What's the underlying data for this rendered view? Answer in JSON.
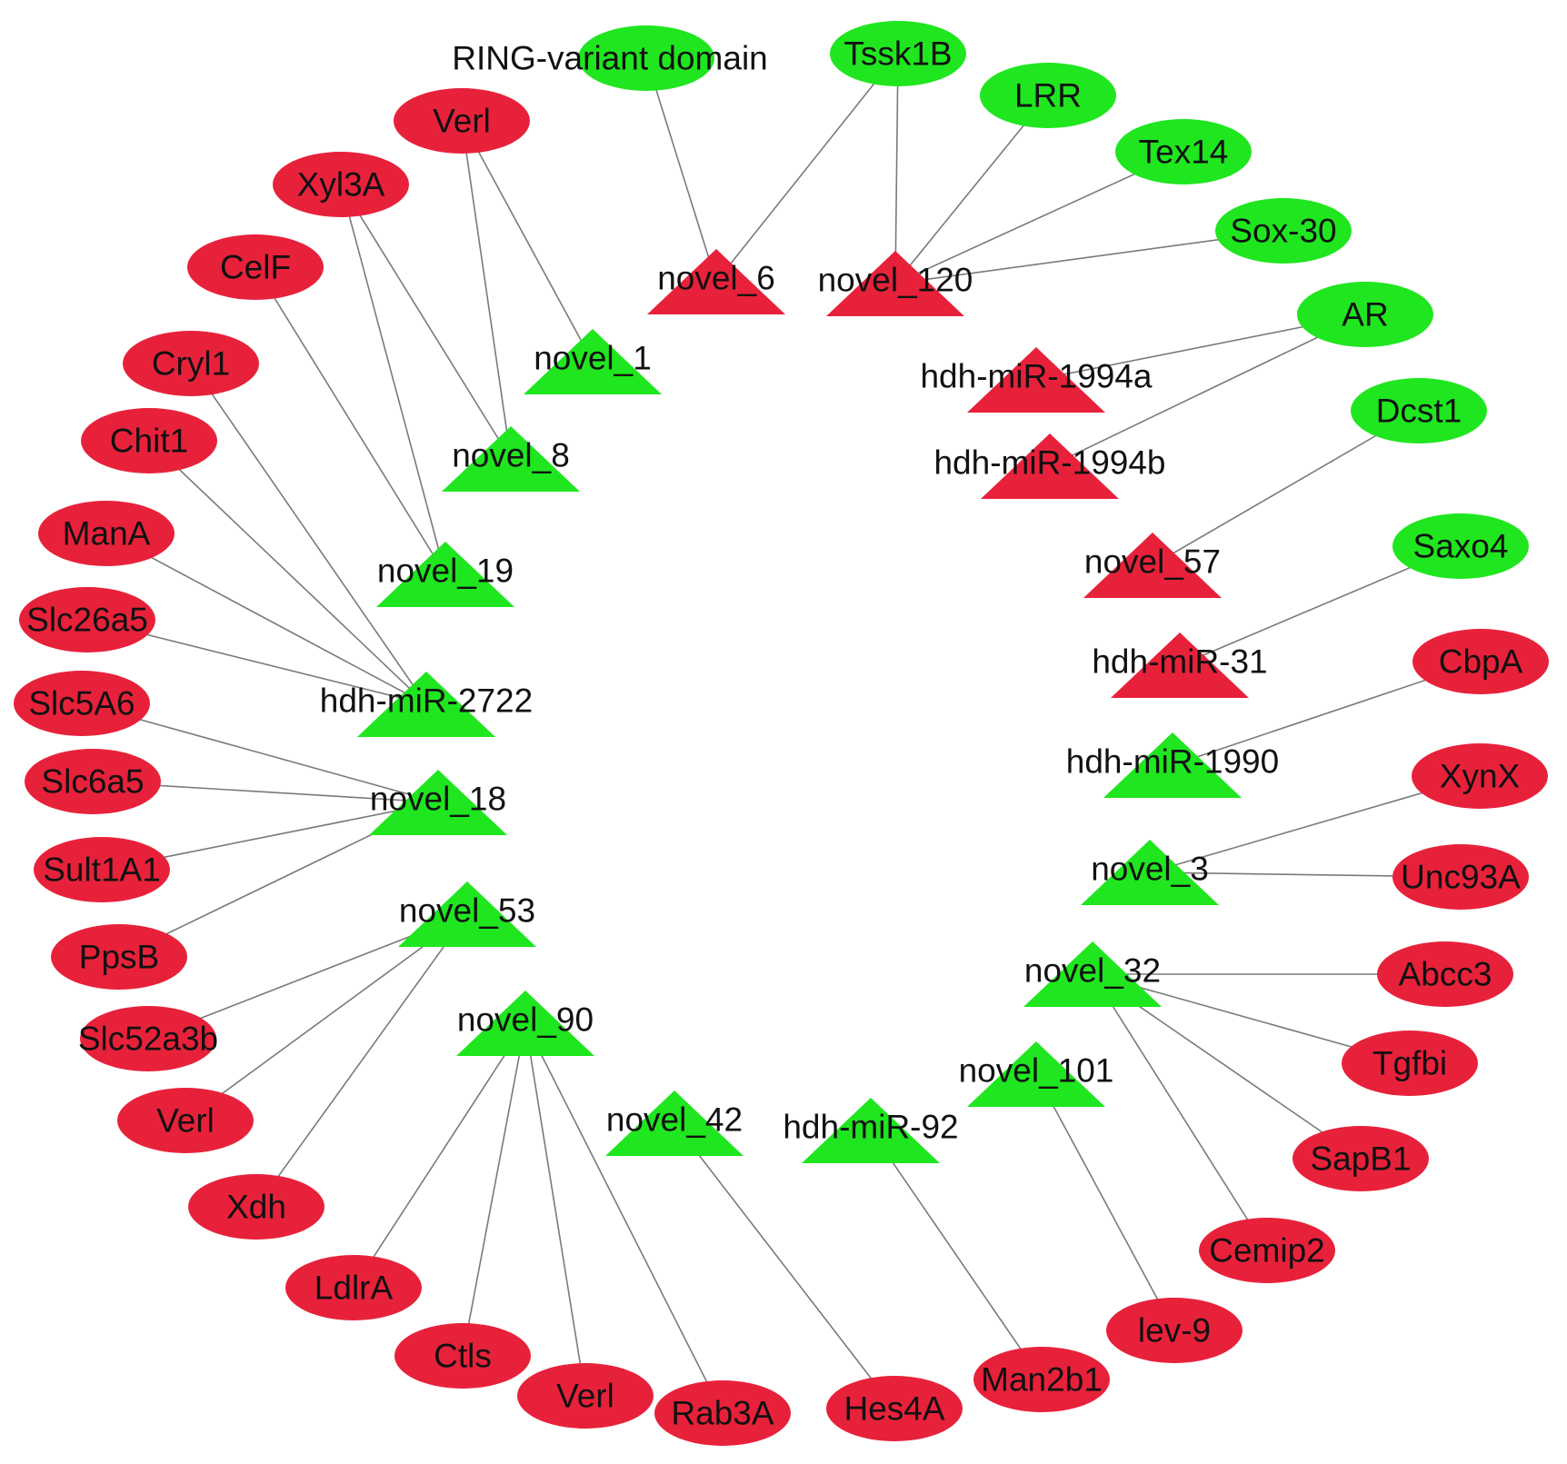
{
  "colors": {
    "up": "#e8213a",
    "down": "#1fe61f",
    "edge": "#7a7a7a",
    "text": "#111111"
  },
  "mirnas": [
    {
      "id": "novel_6",
      "label": "novel_6",
      "regulation": "up"
    },
    {
      "id": "novel_120",
      "label": "novel_120",
      "regulation": "up"
    },
    {
      "id": "novel_1",
      "label": "novel_1",
      "regulation": "down"
    },
    {
      "id": "mir1994a",
      "label": "hdh-miR-1994a",
      "regulation": "up"
    },
    {
      "id": "novel_8",
      "label": "novel_8",
      "regulation": "down"
    },
    {
      "id": "mir1994b",
      "label": "hdh-miR-1994b",
      "regulation": "up"
    },
    {
      "id": "novel_19",
      "label": "novel_19",
      "regulation": "down"
    },
    {
      "id": "novel_57",
      "label": "novel_57",
      "regulation": "up"
    },
    {
      "id": "mir31",
      "label": "hdh-miR-31",
      "regulation": "up"
    },
    {
      "id": "mir2722",
      "label": "hdh-miR-2722",
      "regulation": "down"
    },
    {
      "id": "mir1990",
      "label": "hdh-miR-1990",
      "regulation": "down"
    },
    {
      "id": "novel_18",
      "label": "novel_18",
      "regulation": "down"
    },
    {
      "id": "novel_3",
      "label": "novel_3",
      "regulation": "down"
    },
    {
      "id": "novel_53",
      "label": "novel_53",
      "regulation": "down"
    },
    {
      "id": "novel_32",
      "label": "novel_32",
      "regulation": "down"
    },
    {
      "id": "novel_90",
      "label": "novel_90",
      "regulation": "down"
    },
    {
      "id": "novel_101",
      "label": "novel_101",
      "regulation": "down"
    },
    {
      "id": "novel_42",
      "label": "novel_42",
      "regulation": "down"
    },
    {
      "id": "mir92",
      "label": "hdh-miR-92",
      "regulation": "down"
    }
  ],
  "genes": [
    {
      "id": "ring",
      "label": "RING-variant domain",
      "regulation": "down"
    },
    {
      "id": "tssk1b",
      "label": "Tssk1B",
      "regulation": "down"
    },
    {
      "id": "lrr",
      "label": "LRR",
      "regulation": "down"
    },
    {
      "id": "tex14",
      "label": "Tex14",
      "regulation": "down"
    },
    {
      "id": "sox30",
      "label": "Sox-30",
      "regulation": "down"
    },
    {
      "id": "ar",
      "label": "AR",
      "regulation": "down"
    },
    {
      "id": "dcst1",
      "label": "Dcst1",
      "regulation": "down"
    },
    {
      "id": "saxo4",
      "label": "Saxo4",
      "regulation": "down"
    },
    {
      "id": "cbpa",
      "label": "CbpA",
      "regulation": "up"
    },
    {
      "id": "xynx",
      "label": "XynX",
      "regulation": "up"
    },
    {
      "id": "unc93a",
      "label": "Unc93A",
      "regulation": "up"
    },
    {
      "id": "abcc3",
      "label": "Abcc3",
      "regulation": "up"
    },
    {
      "id": "tgfbi",
      "label": "Tgfbi",
      "regulation": "up"
    },
    {
      "id": "sapb1",
      "label": "SapB1",
      "regulation": "up"
    },
    {
      "id": "cemip2",
      "label": "Cemip2",
      "regulation": "up"
    },
    {
      "id": "lev9",
      "label": "lev-9",
      "regulation": "up"
    },
    {
      "id": "man2b1",
      "label": "Man2b1",
      "regulation": "up"
    },
    {
      "id": "hes4a",
      "label": "Hes4A",
      "regulation": "up"
    },
    {
      "id": "rab3a",
      "label": "Rab3A",
      "regulation": "up"
    },
    {
      "id": "verl_b1",
      "label": "Verl",
      "regulation": "up"
    },
    {
      "id": "ctls",
      "label": "Ctls",
      "regulation": "up"
    },
    {
      "id": "ldlra",
      "label": "LdlrA",
      "regulation": "up"
    },
    {
      "id": "xdh",
      "label": "Xdh",
      "regulation": "up"
    },
    {
      "id": "verl_b2",
      "label": "Verl",
      "regulation": "up"
    },
    {
      "id": "slc52a3b",
      "label": "Slc52a3b",
      "regulation": "up"
    },
    {
      "id": "ppsb",
      "label": "PpsB",
      "regulation": "up"
    },
    {
      "id": "sult1a1",
      "label": "Sult1A1",
      "regulation": "up"
    },
    {
      "id": "slc6a5",
      "label": "Slc6a5",
      "regulation": "up"
    },
    {
      "id": "slc5a6",
      "label": "Slc5A6",
      "regulation": "up"
    },
    {
      "id": "slc26a5",
      "label": "Slc26a5",
      "regulation": "up"
    },
    {
      "id": "mana",
      "label": "ManA",
      "regulation": "up"
    },
    {
      "id": "chit1",
      "label": "Chit1",
      "regulation": "up"
    },
    {
      "id": "cryl1",
      "label": "Cryl1",
      "regulation": "up"
    },
    {
      "id": "celf",
      "label": "CelF",
      "regulation": "up"
    },
    {
      "id": "xyl3a",
      "label": "Xyl3A",
      "regulation": "up"
    },
    {
      "id": "verl_top",
      "label": "Verl",
      "regulation": "up"
    }
  ],
  "edges": [
    [
      "novel_6",
      "ring"
    ],
    [
      "novel_6",
      "tssk1b"
    ],
    [
      "novel_120",
      "tssk1b"
    ],
    [
      "novel_120",
      "lrr"
    ],
    [
      "novel_120",
      "tex14"
    ],
    [
      "novel_120",
      "sox30"
    ],
    [
      "mir1994a",
      "ar"
    ],
    [
      "mir1994b",
      "ar"
    ],
    [
      "novel_57",
      "dcst1"
    ],
    [
      "mir31",
      "saxo4"
    ],
    [
      "mir1990",
      "cbpa"
    ],
    [
      "novel_3",
      "xynx"
    ],
    [
      "novel_3",
      "unc93a"
    ],
    [
      "novel_32",
      "abcc3"
    ],
    [
      "novel_32",
      "tgfbi"
    ],
    [
      "novel_32",
      "sapb1"
    ],
    [
      "novel_32",
      "cemip2"
    ],
    [
      "novel_101",
      "lev9"
    ],
    [
      "mir92",
      "man2b1"
    ],
    [
      "novel_42",
      "hes4a"
    ],
    [
      "novel_90",
      "rab3a"
    ],
    [
      "novel_90",
      "verl_b1"
    ],
    [
      "novel_90",
      "ctls"
    ],
    [
      "novel_90",
      "ldlra"
    ],
    [
      "novel_53",
      "xdh"
    ],
    [
      "novel_53",
      "verl_b2"
    ],
    [
      "novel_53",
      "slc52a3b"
    ],
    [
      "novel_18",
      "ppsb"
    ],
    [
      "novel_18",
      "sult1a1"
    ],
    [
      "novel_18",
      "slc6a5"
    ],
    [
      "novel_18",
      "slc5a6"
    ],
    [
      "mir2722",
      "slc26a5"
    ],
    [
      "mir2722",
      "mana"
    ],
    [
      "mir2722",
      "chit1"
    ],
    [
      "mir2722",
      "cryl1"
    ],
    [
      "novel_19",
      "celf"
    ],
    [
      "novel_19",
      "xyl3a"
    ],
    [
      "novel_8",
      "xyl3a"
    ],
    [
      "novel_8",
      "verl_top"
    ],
    [
      "novel_1",
      "verl_top"
    ]
  ]
}
